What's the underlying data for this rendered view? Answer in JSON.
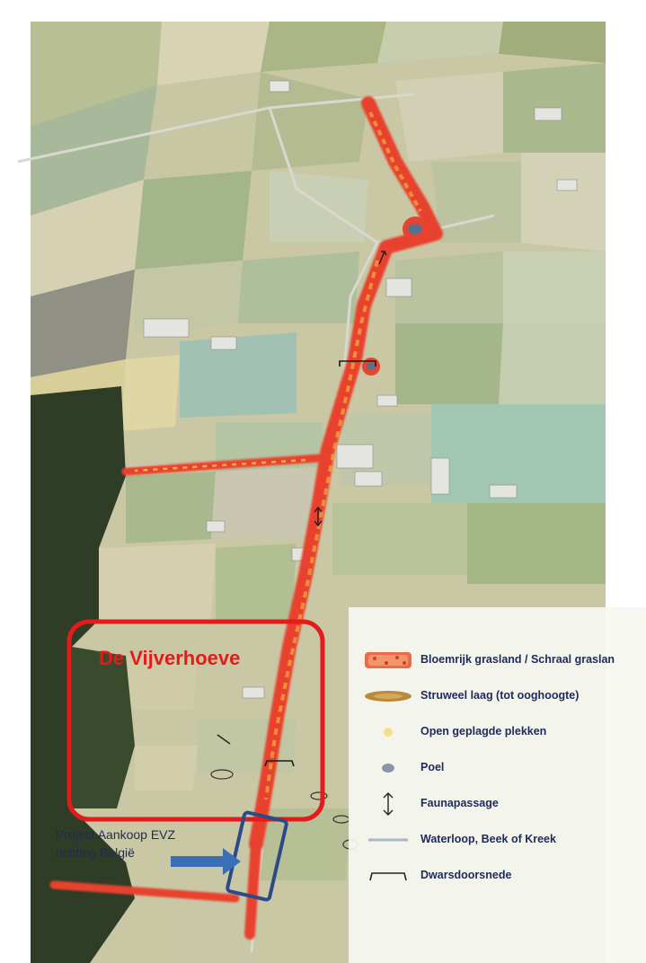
{
  "map": {
    "highlight_label": "De Vijverhoeve",
    "project_label_line1": "Project Aankoop EVZ",
    "project_label_line2": "richting België",
    "colors": {
      "highlight_box": "#e31b1b",
      "project_box": "#2a4a8a",
      "arrow": "#3a6fb5",
      "corridor": "#e8432e",
      "corridor_inner": "#f3a23a"
    }
  },
  "legend": {
    "items": [
      {
        "icon": "flower-grassland-swatch",
        "label": "Bloemrijk grasland / Schraal graslan"
      },
      {
        "icon": "shrub-low-swatch",
        "label": "Struweel laag (tot ooghoogte)"
      },
      {
        "icon": "open-patch-swatch",
        "label": "Open geplagde plekken"
      },
      {
        "icon": "pond-icon",
        "label": "Poel"
      },
      {
        "icon": "fauna-passage-icon",
        "label": "Faunapassage"
      },
      {
        "icon": "waterway-icon",
        "label": "Waterloop, Beek of Kreek"
      },
      {
        "icon": "cross-section-icon",
        "label": "Dwarsdoorsnede"
      }
    ]
  }
}
